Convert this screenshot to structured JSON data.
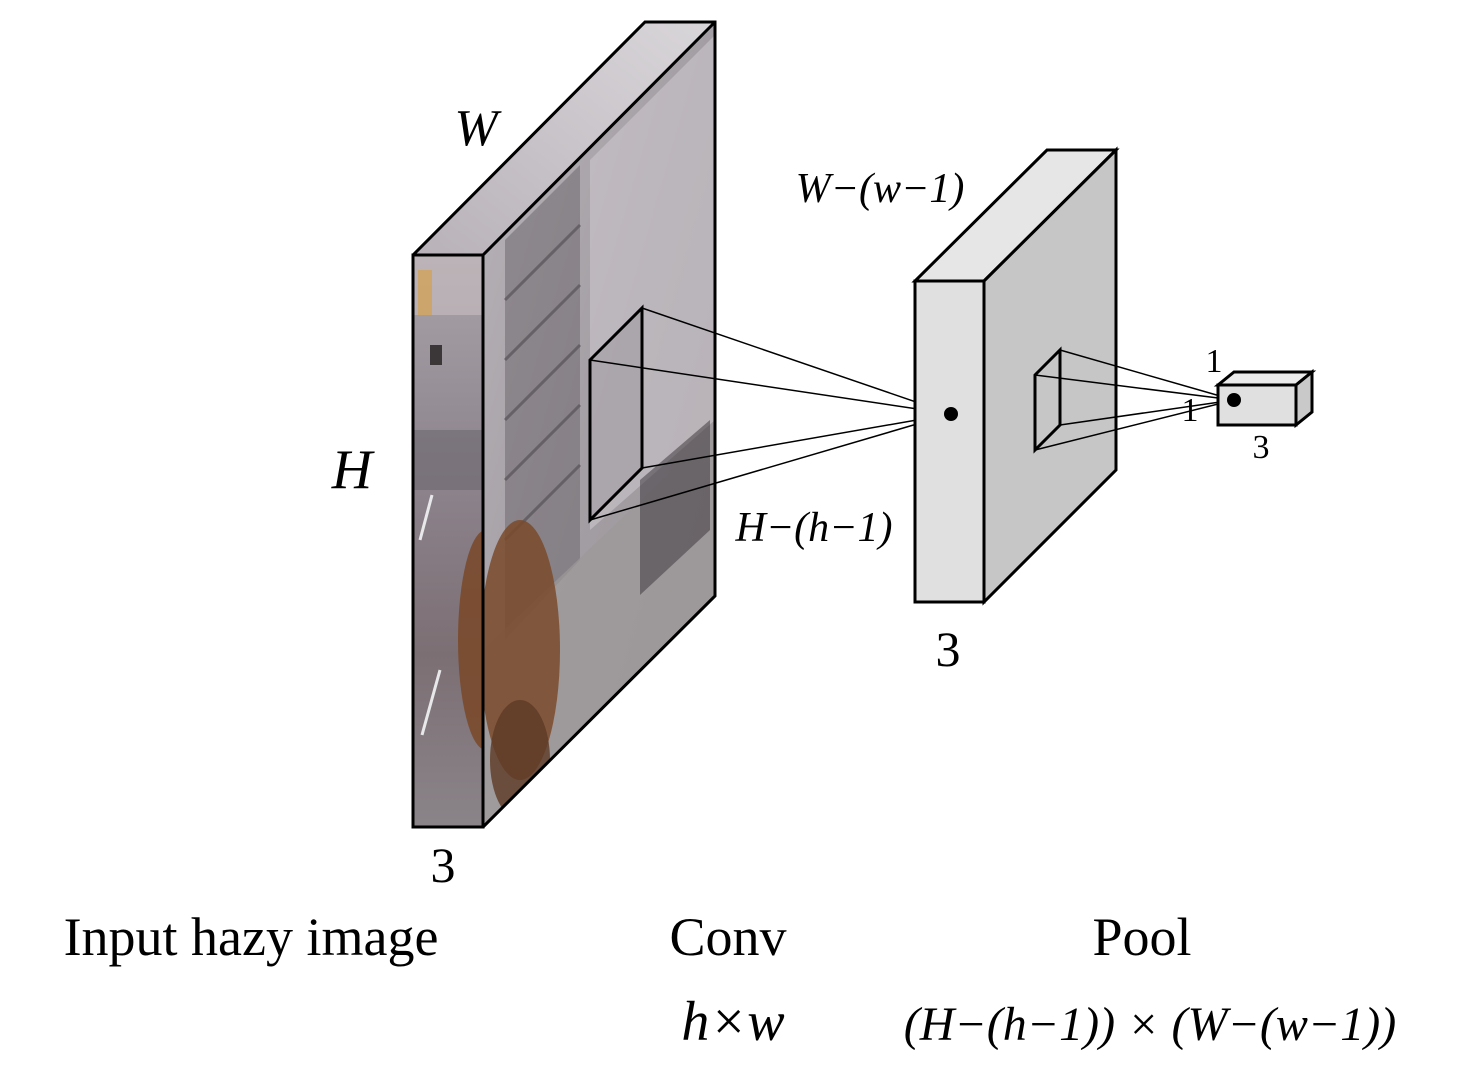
{
  "input_block": {
    "width_label": "W",
    "height_label": "H",
    "depth_label": "3",
    "caption": "Input hazy image"
  },
  "conv_block": {
    "width_label": "W−(w−1)",
    "height_label": "H−(h−1)",
    "depth_label": "3",
    "caption": "Conv",
    "kernel_label": "h×w"
  },
  "pool_block": {
    "width_label": "1",
    "height_label": "1",
    "depth_label": "3",
    "caption": "Pool",
    "kernel_label": "(H−(h−1)) × (W−(w−1))"
  }
}
